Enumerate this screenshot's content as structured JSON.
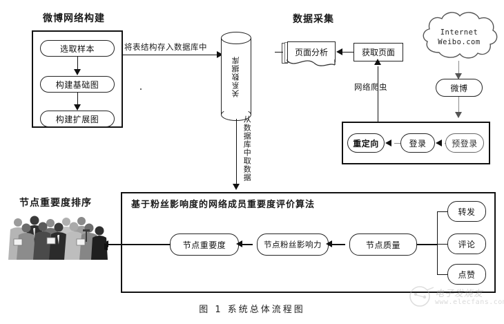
{
  "figure": {
    "caption": "图 1    系统总体流程图"
  },
  "sections": {
    "weibo_network": {
      "title": "微博网络构建",
      "nodes": [
        {
          "label": "选取样本"
        },
        {
          "label": "构建基础图"
        },
        {
          "label": "构建扩展图"
        }
      ]
    },
    "data_collection": {
      "title": "数据采集",
      "page_analysis": "页面分析",
      "fetch_page": "获取页面",
      "crawler_label": "网络爬虫",
      "login_flow": [
        {
          "label": "重定向"
        },
        {
          "label": "登录"
        },
        {
          "label": "预登录"
        }
      ]
    },
    "internet": {
      "cloud_line1": "Internet",
      "cloud_line2": "Weibo.com",
      "weibo_node": "微博"
    },
    "database": {
      "label": "关系数据库",
      "store_label": "将表结构存入数据库中",
      "read_label": "从数据库中取数据"
    },
    "algorithm": {
      "title": "基于粉丝影响度的网络成员重要度评价算法",
      "nodes": [
        {
          "label": "节点重要度"
        },
        {
          "label": "节点粉丝影响力"
        },
        {
          "label": "节点质量"
        }
      ],
      "metrics": [
        {
          "label": "转发"
        },
        {
          "label": "评论"
        },
        {
          "label": "点赞"
        }
      ]
    },
    "ranking": {
      "label": "节点重要度排序"
    }
  },
  "watermark": {
    "brand": "电子发烧友",
    "url": "www.elecfans.com"
  }
}
